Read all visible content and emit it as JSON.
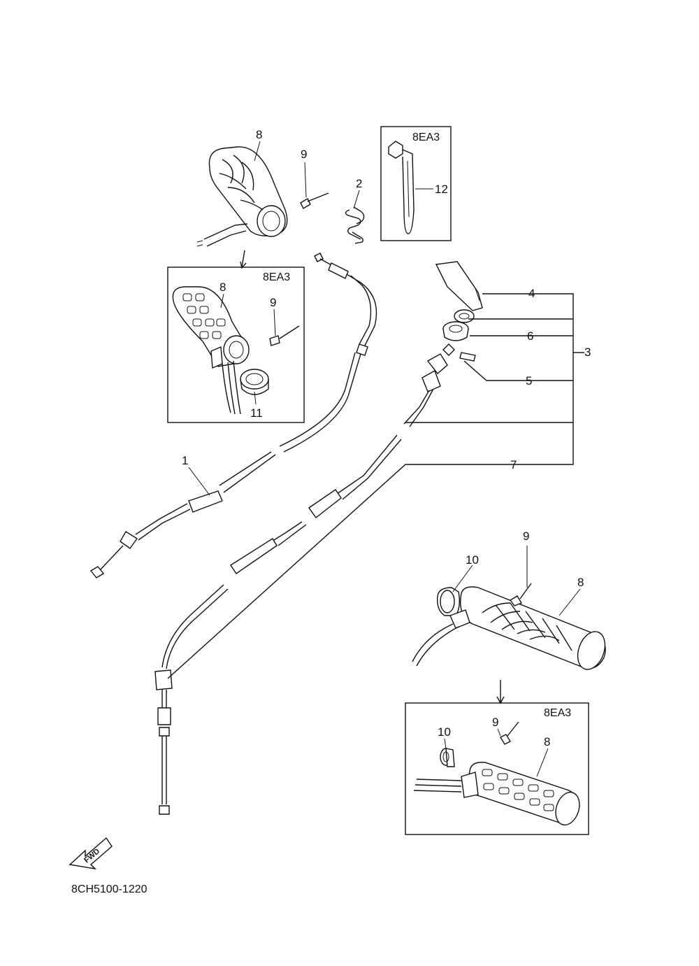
{
  "diagram": {
    "part_code": "8CH5100-1220",
    "fwd_label": "FWD",
    "variant_tag": "8EA3",
    "callouts": {
      "c1": "1",
      "c2": "2",
      "c3": "3",
      "c4": "4",
      "c5": "5",
      "c6": "6",
      "c7": "7",
      "c8a": "8",
      "c8b": "8",
      "c8c": "8",
      "c8d": "8",
      "c9a": "9",
      "c9b": "9",
      "c9c": "9",
      "c9d": "9",
      "c10a": "10",
      "c10b": "10",
      "c11": "11",
      "c12": "12"
    }
  }
}
